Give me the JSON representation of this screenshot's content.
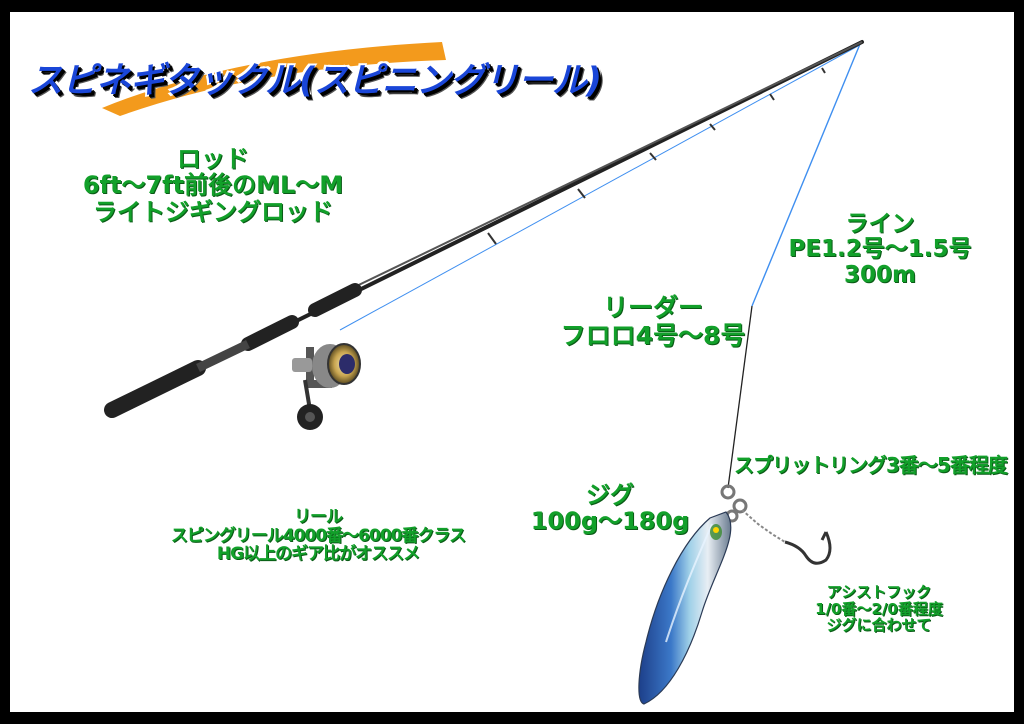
{
  "title": "スピネギタックル(スピニングリール)",
  "labels": {
    "rod": [
      "ロッド",
      "6ft～7ft前後のML～M",
      "ライトジギングロッド"
    ],
    "line": [
      "ライン",
      "PE1.2号～1.5号",
      "300m"
    ],
    "leader": [
      "リーダー",
      "フロロ4号～8号"
    ],
    "split_ring": "スプリットリング3番～5番程度",
    "jig": [
      "ジグ",
      "100g～180g"
    ],
    "reel": [
      "リール",
      "スピングリール4000番～6000番クラス",
      "HG以上のギア比がオススメ"
    ],
    "assist_hook": [
      "アシストフック",
      "1/0番～2/0番程度",
      "ジグに合わせて"
    ]
  },
  "colors": {
    "label_green": "#12a02a",
    "title_blue": "#1a46d8",
    "title_swoosh": "#f39a1c",
    "line_blue": "#3f8ff0",
    "jig_blue": "#3b78c8"
  }
}
